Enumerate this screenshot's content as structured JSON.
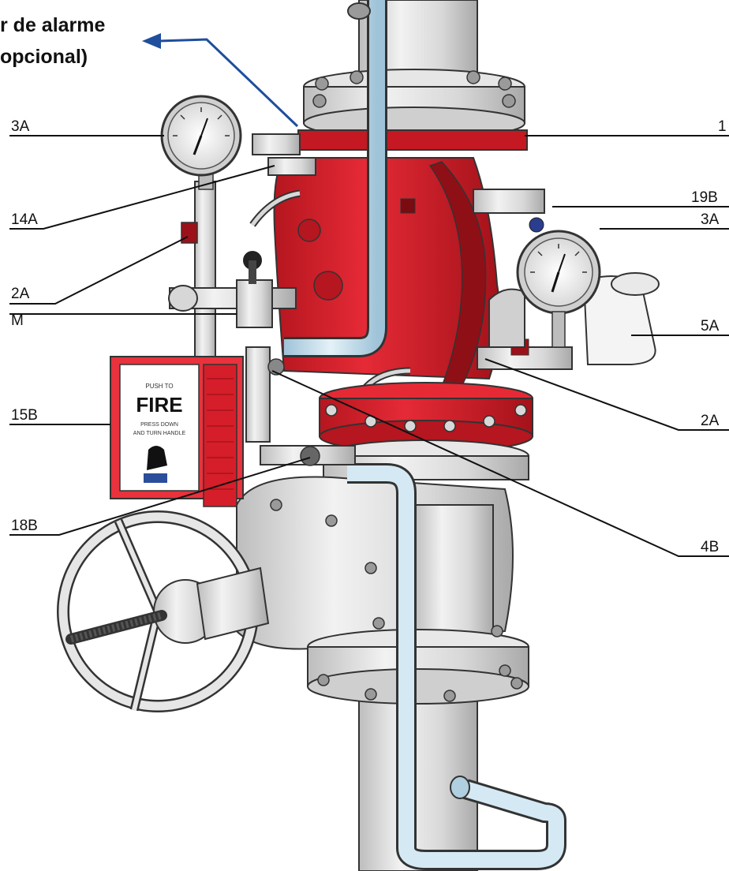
{
  "title": {
    "line1": "r de alarme",
    "line2": "opcional)"
  },
  "callouts": {
    "left_3a": "3A",
    "left_14a": "14A",
    "left_2a": "2A",
    "left_m": "M",
    "left_15b": "15B",
    "left_18b": "18B",
    "right_1": "1",
    "right_19b": "19B",
    "right_3a": "3A",
    "right_5a": "5A",
    "right_2a": "2A",
    "right_4b": "4B"
  },
  "fire_box": {
    "small_top": "PUSH TO",
    "word": "FIRE",
    "small_bottom1": "PRESS DOWN",
    "small_bottom2": "AND TURN HANDLE"
  },
  "colors": {
    "valve_red": "#d81f2c",
    "dark_red": "#9c1119",
    "pipe_light": "#c9e1ef",
    "steel": "#dcdcdc",
    "arrow_blue": "#1f4e9c"
  }
}
